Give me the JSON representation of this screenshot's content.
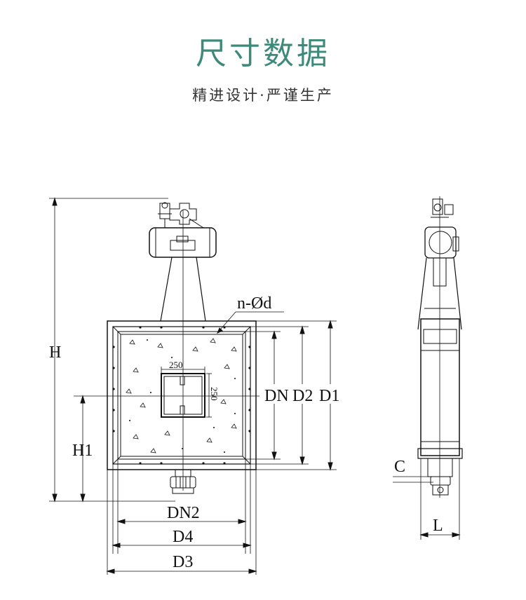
{
  "header": {
    "title": "尺寸数据",
    "subtitle": "精进设计·严谨生产"
  },
  "colors": {
    "title": "#3d8a7a",
    "subtitle": "#333333",
    "line": "#111111"
  },
  "front_view": {
    "labels": {
      "H": "H",
      "H1": "H1",
      "n_phi_d": "n-Ød",
      "DN": "DN",
      "D2": "D2",
      "D1": "D1",
      "DN2": "DN2",
      "D4": "D4",
      "D3": "D3",
      "center_width": "250",
      "center_height": "250"
    }
  },
  "side_view": {
    "labels": {
      "C": "C",
      "L": "L"
    }
  }
}
